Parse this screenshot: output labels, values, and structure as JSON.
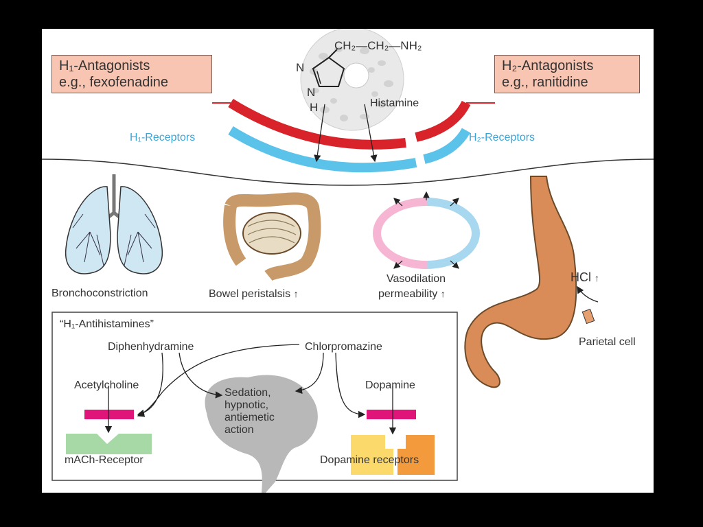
{
  "h1_antagonist": {
    "line1": "H₁-Antagonists",
    "line2": "e.g., fexofenadine"
  },
  "h2_antagonist": {
    "line1": "H₂-Antagonists",
    "line2": "e.g., ranitidine"
  },
  "histamine": {
    "label": "Histamine",
    "formula": "CH₂—CH₂—NH₂",
    "ring_n_top": "N",
    "ring_n_bottom": "N",
    "ring_h": "H"
  },
  "receptors": {
    "h1": "H₁-Receptors",
    "h2": "H₂-Receptors"
  },
  "effects": {
    "bronchoconstriction": "Bronchoconstriction",
    "bowel": "Bowel peristalsis",
    "vaso_line1": "Vasodilation",
    "vaso_line2": "permeability",
    "hcl": "HCl",
    "parietal": "Parietal cell",
    "increase_arrow": "↑"
  },
  "antihistamines": {
    "title": "“H₁-Antihistamines”",
    "diphenhydramine": "Diphenhydramine",
    "chlorpromazine": "Chlorpromazine",
    "acetylcholine": "Acetylcholine",
    "dopamine": "Dopamine",
    "sedation_1": "Sedation,",
    "sedation_2": "hypnotic,",
    "sedation_3": "antiemetic",
    "sedation_4": "action",
    "mach_receptor": "mACh-Receptor",
    "dopamine_receptors": "Dopamine receptors"
  },
  "colors": {
    "antagonist_band": "#d8232a",
    "receptor_band": "#5bc2ea",
    "antagonist_box": "#f8c5b2",
    "ligand": "#e0157a",
    "mach_receptor": "#a6d9a6",
    "dopamine_receptor_light": "#fbd96a",
    "dopamine_receptor_dark": "#f29a3c",
    "stomach": "#d98c58",
    "brain": "#b8b8b8"
  }
}
